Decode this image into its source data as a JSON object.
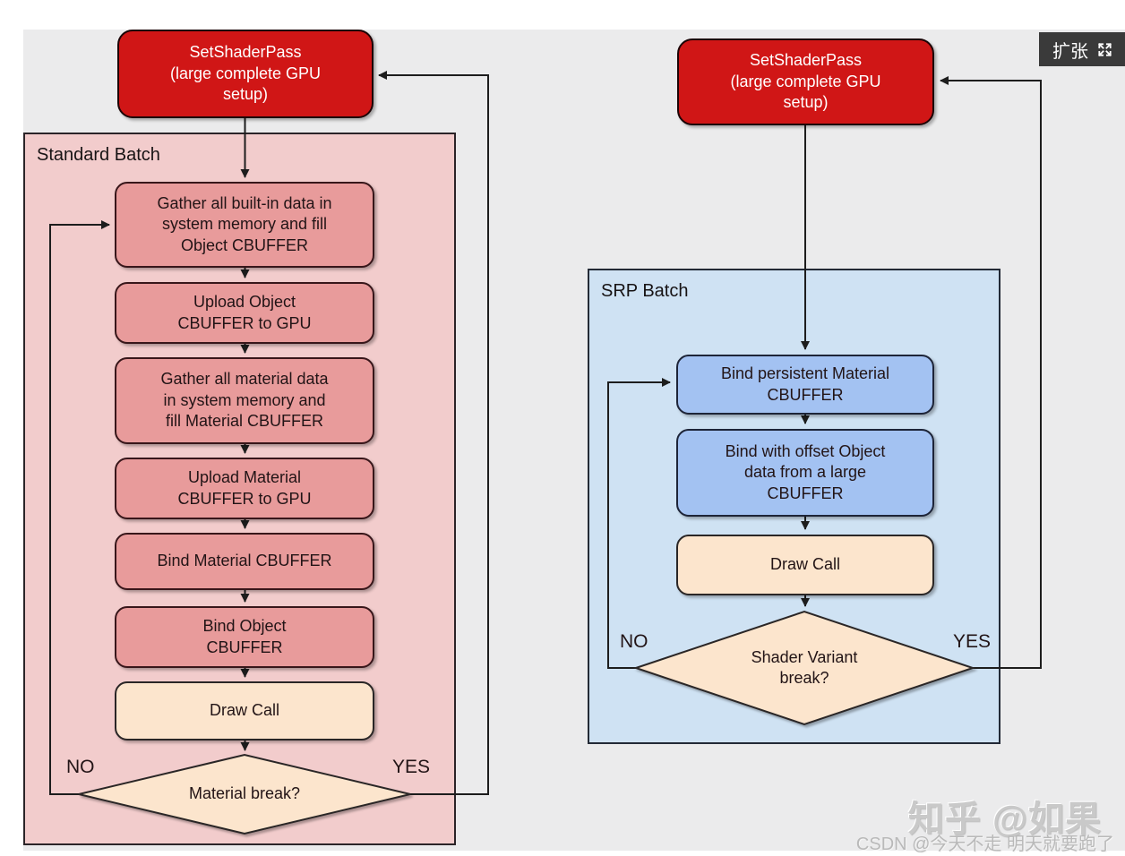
{
  "colors": {
    "page_bg": "#ffffff",
    "canvas_bg": "#ebebec",
    "red_fill": "#d01616",
    "pink_container": "#f2cccc",
    "pink_box": "#e89b9b",
    "blue_container": "#cfe2f3",
    "blue_box": "#a3c2f2",
    "cream": "#fce5cd",
    "line": "#1d1d1d"
  },
  "expand_badge": {
    "label": "扩张"
  },
  "watermark": {
    "zhihu": "知乎 @如果",
    "csdn": "CSDN @今天不走 明天就要跑了"
  },
  "standard": {
    "label": "Standard Batch",
    "set_shader_pass": "SetShaderPass\n(large complete GPU\nsetup)",
    "steps": [
      "Gather all built-in data in\nsystem memory and fill\nObject CBUFFER",
      "Upload Object\nCBUFFER to GPU",
      "Gather all material data\nin system memory and\nfill Material CBUFFER",
      "Upload Material\nCBUFFER to GPU",
      "Bind Material CBUFFER",
      "Bind Object\nCBUFFER"
    ],
    "draw_call": "Draw Call",
    "decision": "Material break?",
    "no": "NO",
    "yes": "YES"
  },
  "srp": {
    "label": "SRP Batch",
    "set_shader_pass": "SetShaderPass\n(large complete GPU\nsetup)",
    "steps": [
      "Bind persistent Material\nCBUFFER",
      "Bind with offset Object\ndata from a large\nCBUFFER"
    ],
    "draw_call": "Draw Call",
    "decision": "Shader Variant\nbreak?",
    "no": "NO",
    "yes": "YES"
  }
}
